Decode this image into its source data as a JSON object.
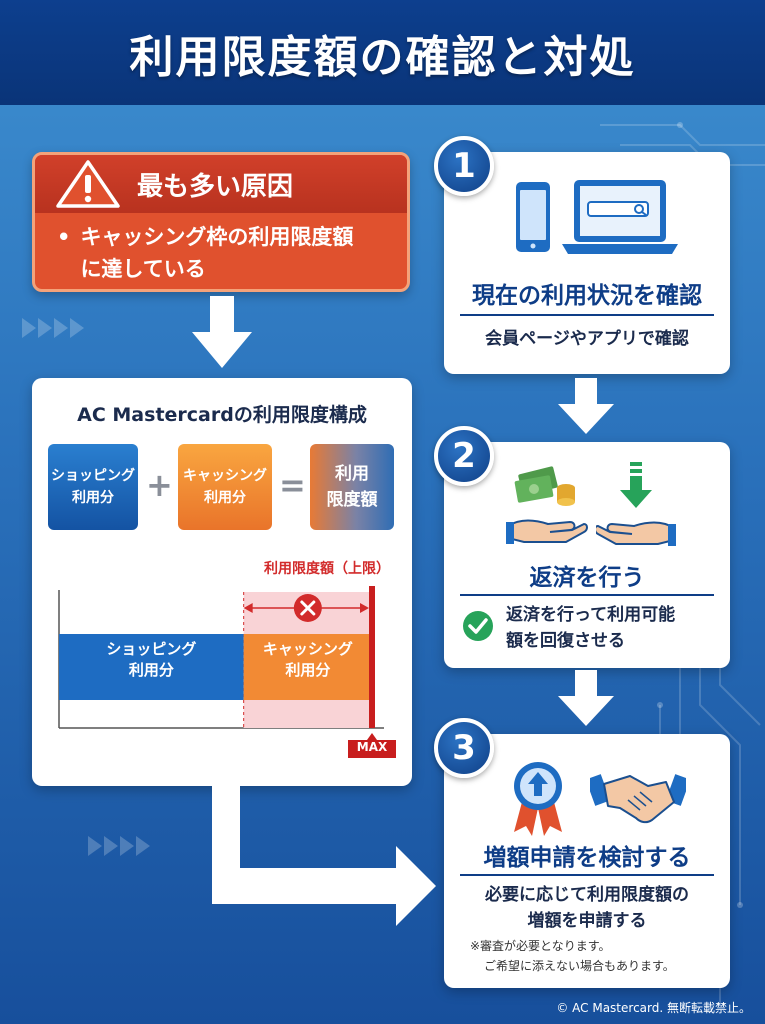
{
  "title": "利用限度額の確認と対処",
  "cause": {
    "title": "最も多い原因",
    "bullet": "•",
    "text_line1": "キャッシング枠の利用限度額",
    "text_line2": "に達している"
  },
  "composition": {
    "title": "AC Mastercardの利用限度構成",
    "shopping_line1": "ショッピング",
    "shopping_line2": "利用分",
    "plus": "+",
    "cashing_line1": "キャッシング",
    "cashing_line2": "利用分",
    "equals": "=",
    "limit_line1": "利用",
    "limit_line2": "限度額",
    "chart": {
      "limit_label": "利用限度額（上限）",
      "bar_shopping_line1": "ショッピング",
      "bar_shopping_line2": "利用分",
      "bar_cashing_line1": "キャッシング",
      "bar_cashing_line2": "利用分",
      "max_label": "MAX",
      "shopping_share": 0.59,
      "cashing_share": 0.41
    }
  },
  "steps": [
    {
      "number": "1",
      "title": "現在の利用状況を確認",
      "desc": "会員ページやアプリで確認"
    },
    {
      "number": "2",
      "title": "返済を行う",
      "desc_line1": "返済を行って利用可能",
      "desc_line2": "額を回復させる"
    },
    {
      "number": "3",
      "title": "増額申請を検討する",
      "desc_line1": "必要に応じて利用限度額の",
      "desc_line2": "増額を申請する",
      "note_line1": "※審査が必要となります。",
      "note_line2": "ご希望に添えない場合もあります。"
    }
  ],
  "copyright": "© AC Mastercard. 無断転載禁止。",
  "colors": {
    "header": "#0d3f8e",
    "cause_red": "#e0512e",
    "shopping_blue": "#1e6cc2",
    "cashing_orange": "#f28a34",
    "limit_red": "#d22b2b",
    "check_green": "#27a35a"
  },
  "icons": [
    "warning-icon",
    "smartphone-icon",
    "laptop-icon",
    "search-icon",
    "money-icon",
    "hand-icon",
    "down-arrow-icon",
    "check-icon",
    "award-up-icon",
    "handshake-icon",
    "cross-icon"
  ]
}
